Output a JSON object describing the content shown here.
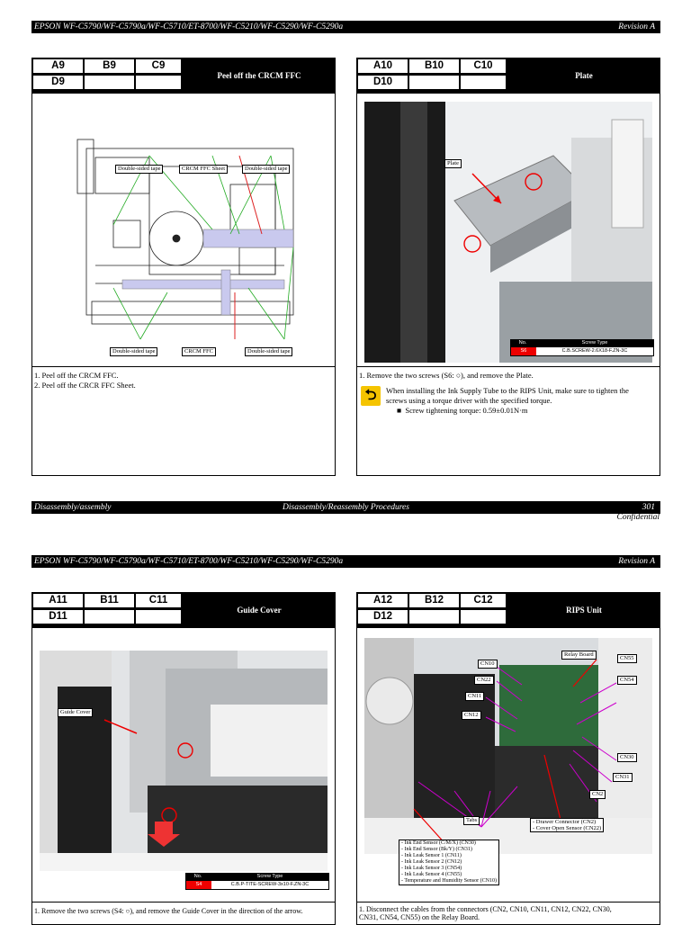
{
  "page1": {
    "header_left": "EPSON WF-C5790/WF-C5790a/WF-C5710/ET-8700/WF-C5210/WF-C5290/WF-C5290a",
    "header_right": "Revision A",
    "footer_left": "Disassembly/assembly",
    "footer_center": "Disassembly/Reassembly Procedures",
    "footer_right": "301",
    "confidential": "Confidential"
  },
  "page2": {
    "header_left": "EPSON WF-C5790/WF-C5790a/WF-C5710/ET-8700/WF-C5210/WF-C5290/WF-C5290a",
    "header_right": "Revision A"
  },
  "panels": {
    "p1": {
      "codes": [
        "A9",
        "B9",
        "C9",
        "D9",
        "",
        ""
      ],
      "title": "Peel off the CRCM FFC",
      "labels": [
        "Double-sided tape",
        "CRCM FFC Sheet",
        "Double-sided tape",
        "Double-sided tape",
        "CRCM FFC",
        "Double-sided tape"
      ],
      "steps": [
        "1.  Peel off the CRCM FFC.",
        "2.  Peel off the CRCR FFC Sheet."
      ]
    },
    "p2": {
      "codes": [
        "A10",
        "B10",
        "C10",
        "D10",
        "",
        ""
      ],
      "title": "Plate",
      "labels": [
        "Plate"
      ],
      "screw_header": [
        "No.",
        "Screw Type"
      ],
      "screw_row": [
        "S6",
        "C.B.SCREW-2.6X18-F.ZN-3C"
      ],
      "steps": [
        "1.  Remove the two screws (S6: ○), and remove the Plate."
      ],
      "tip_text": [
        "When installing the Ink Supply Tube to the RIPS Unit, make sure to tighten the",
        "screws using a torque driver with the specified torque."
      ],
      "tip_bullet": "Screw tightening torque: 0.59±0.01N·m"
    },
    "p3": {
      "codes": [
        "A11",
        "B11",
        "C11",
        "D11",
        "",
        ""
      ],
      "title": "Guide Cover",
      "labels": [
        "Guide Cover"
      ],
      "screw_header": [
        "No.",
        "Screw Type"
      ],
      "screw_row": [
        "S4",
        "C.B.P-TITE-SCREW-3x10-F.ZN-3C"
      ],
      "steps": [
        "1.  Remove the two screws (S4: ○), and remove the Guide Cover in the direction of the arrow."
      ]
    },
    "p4": {
      "codes": [
        "A12",
        "B12",
        "C12",
        "D12",
        "",
        ""
      ],
      "title": "RIPS Unit",
      "labels": [
        "Relay Board",
        "CN10",
        "CN55",
        "CN22",
        "CN54",
        "CN11",
        "CN12",
        "CN30",
        "CN31",
        "CN2",
        "Tabs"
      ],
      "drawer_label": [
        "- Drawer Connector (CN2)",
        "- Cover Open Sensor (CN22)"
      ],
      "sensor_list": [
        "- Ink End Sensor (C/M/X) (CN30)",
        "- Ink End Sensor (Bk/Y) (CN31)",
        "- Ink Leak Sensor 1 (CN11)",
        "- Ink Leak Sensor 2 (CN12)",
        "- Ink Leak Sensor 3 (CN54)",
        "- Ink Leak Sensor 4 (CN55)",
        "- Temperature and Humidity Sensor (CN10)"
      ],
      "steps": [
        "1.  Disconnect the cables from the connectors (CN2, CN10, CN11, CN12, CN22, CN30,",
        "     CN31, CN54, CN55) on the Relay Board."
      ]
    }
  }
}
